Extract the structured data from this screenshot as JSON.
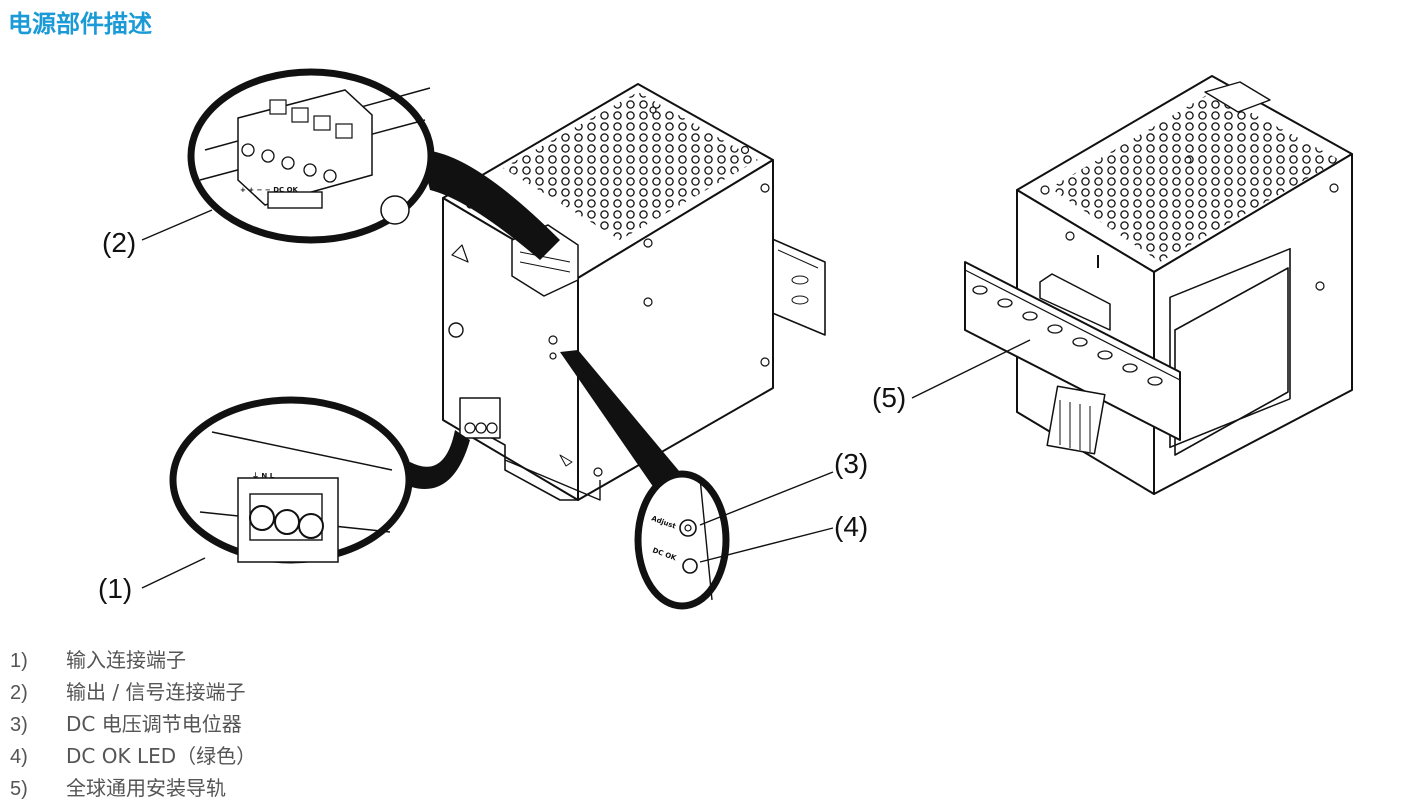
{
  "title": "电源部件描述",
  "colors": {
    "title": "#1a9ad6",
    "legend_text": "#555555",
    "line": "#111111"
  },
  "callouts": [
    {
      "id": "1",
      "label": "(1)"
    },
    {
      "id": "2",
      "label": "(2)"
    },
    {
      "id": "3",
      "label": "(3)"
    },
    {
      "id": "4",
      "label": "(4)"
    },
    {
      "id": "5",
      "label": "(5)"
    }
  ],
  "device_markings": {
    "adjust": "Adjust",
    "dc_ok": "DC OK",
    "input_terminals": "⏚  N  L",
    "output_terminals": "+ +  − −  DC OK"
  },
  "legend": [
    {
      "num": "1)",
      "text": "输入连接端子"
    },
    {
      "num": "2)",
      "text": "输出 / 信号连接端子"
    },
    {
      "num": "3)",
      "text": "DC 电压调节电位器"
    },
    {
      "num": "4)",
      "text": "DC OK LED（绿色）"
    },
    {
      "num": "5)",
      "text": "全球通用安装导轨"
    }
  ]
}
